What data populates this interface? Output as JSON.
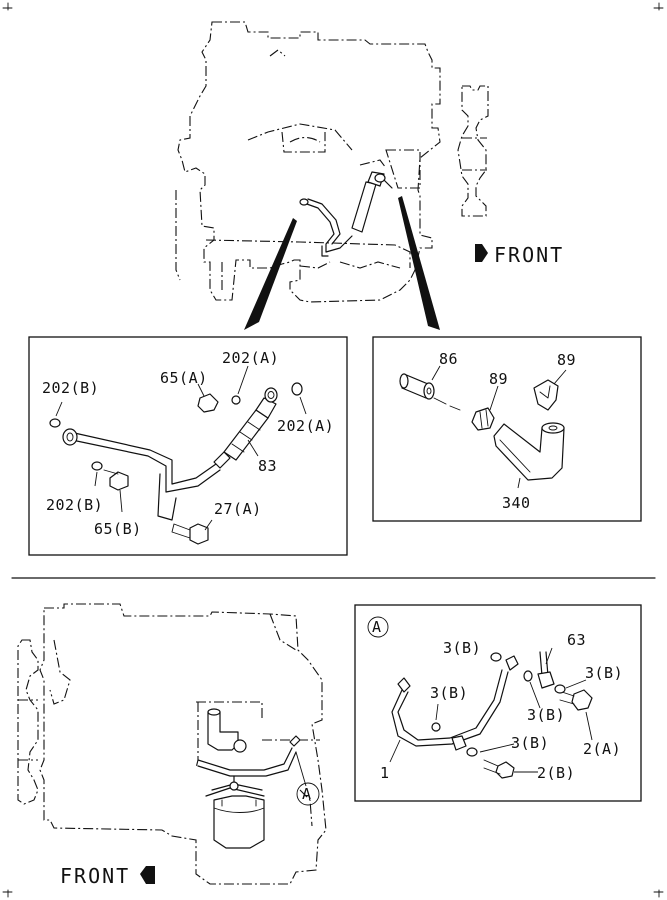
{
  "top": {
    "front_label": "FRONT",
    "left_detail": {
      "labels": [
        "202(B)",
        "65(A)",
        "202(A)",
        "202(A)",
        "83",
        "202(B)",
        "65(B)",
        "27(A)"
      ]
    },
    "right_detail": {
      "labels": [
        "86",
        "89",
        "89",
        "340"
      ]
    }
  },
  "bottom": {
    "front_label": "FRONT",
    "callout_letter": "A",
    "detail": {
      "letter": "A",
      "labels": [
        "3(B)",
        "63",
        "3(B)",
        "3(B)",
        "3(B)",
        "3(B)",
        "2(A)",
        "1",
        "2(B)"
      ]
    }
  }
}
